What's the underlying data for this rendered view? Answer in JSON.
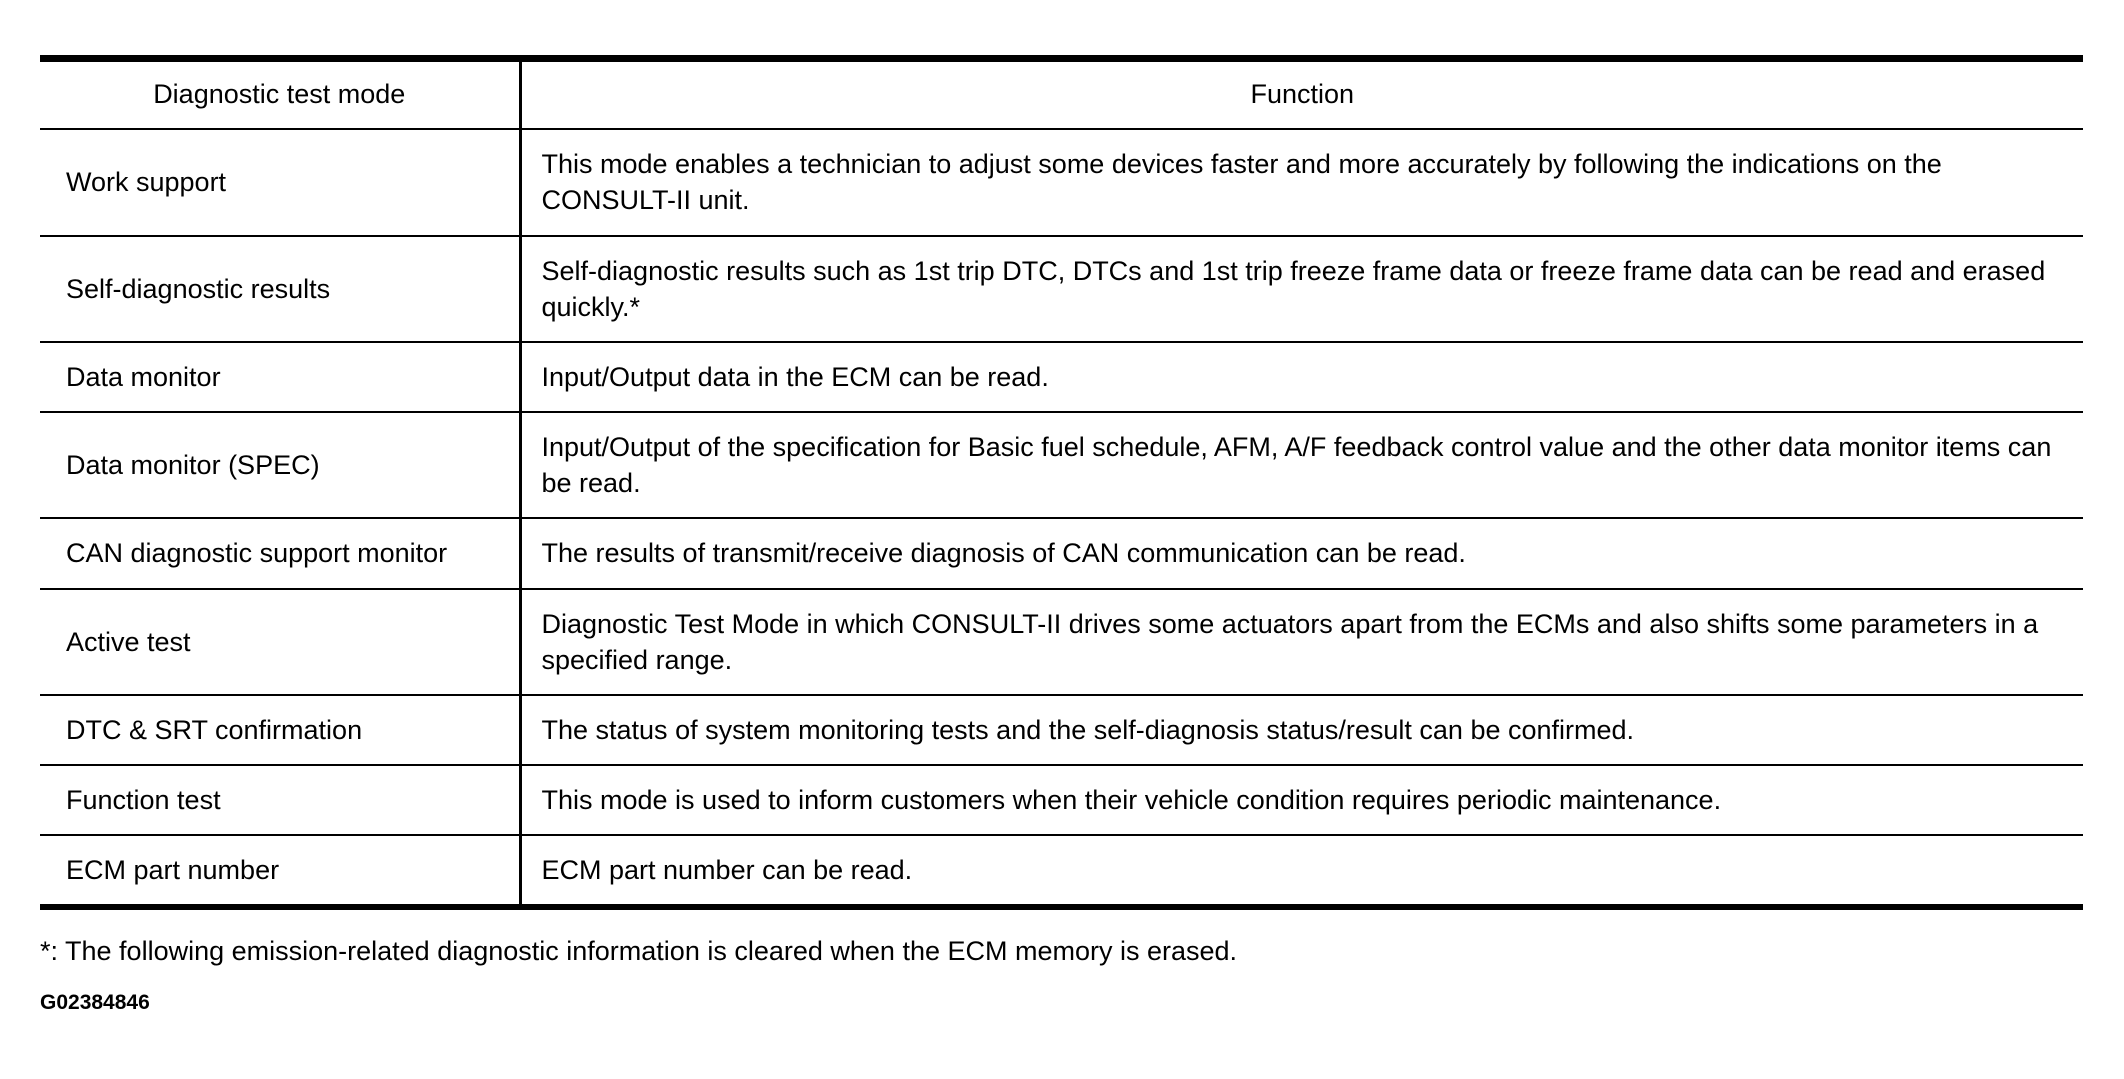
{
  "table": {
    "columns": [
      {
        "key": "mode",
        "label": "Diagnostic test mode"
      },
      {
        "key": "function",
        "label": "Function"
      }
    ],
    "rows": [
      {
        "mode": "Work support",
        "function": "This mode enables a technician to adjust some devices faster and more accurately by following the indications on the CONSULT-II unit."
      },
      {
        "mode": "Self-diagnostic results",
        "function": "Self-diagnostic results such as 1st trip DTC, DTCs and 1st trip freeze frame data or freeze frame data can be read and erased quickly.*"
      },
      {
        "mode": "Data monitor",
        "function": "Input/Output data in the ECM can be read."
      },
      {
        "mode": "Data monitor (SPEC)",
        "function": "Input/Output of the specification for Basic fuel schedule, AFM, A/F feedback control value and the other data monitor items can be read."
      },
      {
        "mode": "CAN diagnostic support monitor",
        "function": "The results of transmit/receive diagnosis of CAN communication can be read."
      },
      {
        "mode": "Active test",
        "function": "Diagnostic Test Mode in which CONSULT-II drives some actuators apart from the ECMs and also shifts some parameters in a specified range."
      },
      {
        "mode": "DTC & SRT confirmation",
        "function": "The status of system monitoring tests and the self-diagnosis status/result can be confirmed."
      },
      {
        "mode": "Function test",
        "function": "This mode is used to inform customers when their vehicle condition requires periodic maintenance."
      },
      {
        "mode": "ECM part number",
        "function": "ECM part number can be read."
      }
    ]
  },
  "footnote": "*: The following emission-related diagnostic information is cleared when the ECM memory is erased.",
  "figure_id": "G02384846",
  "colors": {
    "text": "#000000",
    "rule": "#000000",
    "background": "#ffffff"
  }
}
